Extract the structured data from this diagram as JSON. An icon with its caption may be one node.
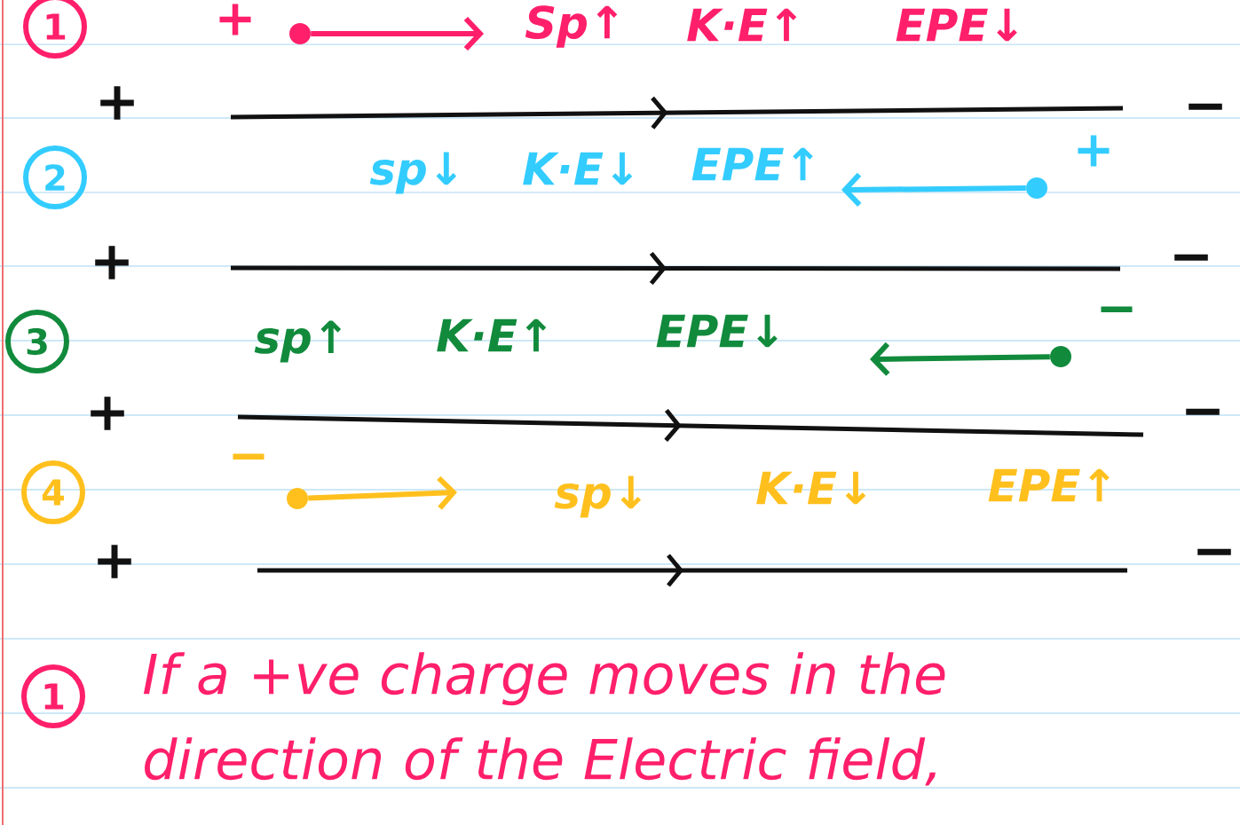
{
  "diagram": {
    "nodes": [
      {
        "text": [],
        "shape": "circle",
        "beside": [
          "+"
        ]
      },
      {
        "text": [],
        "shape": "circle",
        "beside": [
          "+"
        ]
      },
      {
        "text": [],
        "shape": "circle",
        "beside": [
          "−"
        ]
      },
      {
        "text": [],
        "shape": "circle",
        "beside": [
          "−"
        ]
      }
    ],
    "edges": [
      {
        "from": 0,
        "to": null,
        "arrow": "to",
        "color": "#ff1f6b"
      },
      {
        "from": 1,
        "to": null,
        "arrow": "to",
        "color": "#33ccff"
      },
      {
        "from": 2,
        "to": null,
        "arrow": "to",
        "color": "#118a3c"
      },
      {
        "from": 3,
        "to": null,
        "arrow": "to",
        "color": "#ffc01e"
      }
    ],
    "labels": [
      "1",
      "Sp↑",
      "K·E↑",
      "EPE↓",
      "+",
      "−",
      "2",
      "sp↓",
      "K·E↓",
      "EPE↑",
      "+",
      "−",
      "3",
      "sp↑",
      "K·E↑",
      "EPE↓",
      "+",
      "−",
      "4",
      "sp↓",
      "K·E↓",
      "EPE↑",
      "+",
      "−",
      "1",
      "If a +ve charge moves in the direction of the Electric field,"
    ]
  }
}
